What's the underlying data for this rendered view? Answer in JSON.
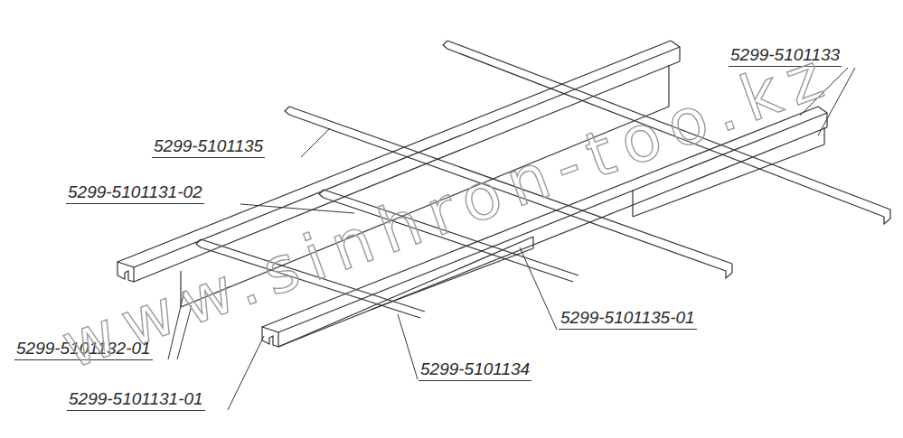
{
  "diagram": {
    "labels": [
      "5299-5101133",
      "5299-5101135",
      "5299-5101131-02",
      "5299-5101132-01",
      "5299-5101131-01",
      "5299-5101134",
      "5299-5101135-01",
      "www.sinhron-too.kz"
    ]
  }
}
